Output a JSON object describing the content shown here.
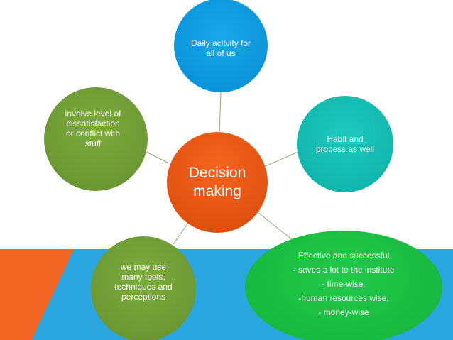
{
  "diagram": {
    "center": {
      "label": "Decision\nmaking"
    },
    "nodes": [
      {
        "id": "top",
        "label": "Daily acitvity for\nall of us"
      },
      {
        "id": "right",
        "label": "Habit and\nprocess as well"
      },
      {
        "id": "left",
        "label": "involve level of\ndissatisfaction\nor conflict with\nstuff"
      },
      {
        "id": "lowleft",
        "label": "we may use\nmany tools,\ntechniques and\nperceptions"
      },
      {
        "id": "lowright",
        "lines": [
          "Effective and successful",
          "- saves a lot to the institute",
          "- time-wise,",
          "-human resources wise,",
          "-  money-wise"
        ]
      }
    ]
  },
  "colors": {
    "center": "#e0500f",
    "top": "#0992d8",
    "right": "#10b5aa",
    "left": "#6a9632",
    "lowleft": "#6a9632",
    "lowright": "#16b83d",
    "band_blue": "#29a6df",
    "band_orange": "#f15a24",
    "connector": "#9aa87a"
  }
}
